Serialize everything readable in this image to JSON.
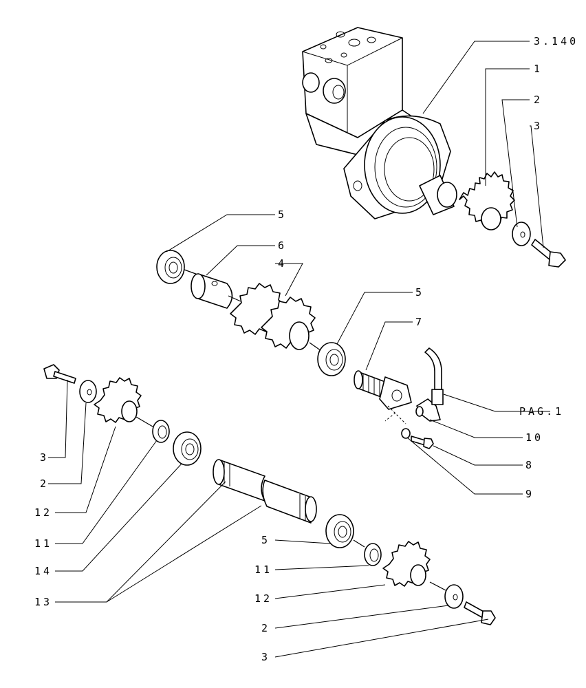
{
  "callouts": {
    "c_3140": "3.140",
    "c_1": "1",
    "c_2_top": "2",
    "c_3_top": "3",
    "c_5_top": "5",
    "c_6": "6",
    "c_4": "4",
    "c_5_mid": "5",
    "c_7": "7",
    "c_pag1": "PAG.1",
    "c_10": "10",
    "c_8": "8",
    "c_9": "9",
    "c_3_left": "3",
    "c_2_left": "2",
    "c_12_left": "12",
    "c_11_left": "11",
    "c_14": "14",
    "c_13": "13",
    "c_5_bot": "5",
    "c_11_bot": "11",
    "c_12_bot": "12",
    "c_2_bot": "2",
    "c_3_bot": "3"
  }
}
